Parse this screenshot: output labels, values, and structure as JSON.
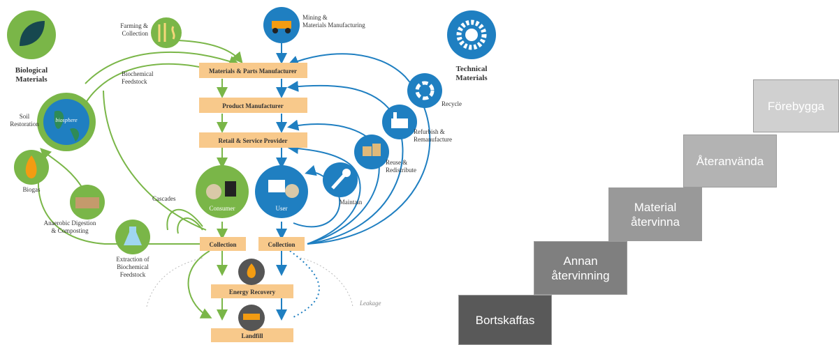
{
  "left_diagram": {
    "biological_materials": "Biological\nMaterials",
    "technical_materials": "Technical\nMaterials",
    "farming": "Farming &\nCollection",
    "mining": "Mining &\nMaterials Manufacturing",
    "biochemical_feedstock": "Biochemical\nFeedstock",
    "soil_restoration": "Soil\nRestoration",
    "biosphere": "biosphere",
    "biogas": "Biogas",
    "anaerobic": "Anaerobic Digestion\n& Composting",
    "extraction": "Extraction of\nBiochemical\nFeedstock",
    "cascades": "Cascades",
    "chain": [
      "Materials & Parts Manufacturer",
      "Product Manufacturer",
      "Retail & Service Provider"
    ],
    "consumer": "Consumer",
    "user": "User",
    "collection_left": "Collection",
    "collection_right": "Collection",
    "energy_recovery": "Energy Recovery",
    "landfill": "Landfill",
    "leakage": "Leakage",
    "recycle": "Recycle",
    "refurbish": "Refurbish &\nRemanufacture",
    "reuse": "Reuse &\nRedistribute",
    "maintain": "Maintain",
    "colors": {
      "green": "#7ab648",
      "blue": "#1f7fc1",
      "box": "#f8c98b"
    }
  },
  "waste_hierarchy": {
    "steps": [
      {
        "label": "Bortskaffas",
        "color": "#595959"
      },
      {
        "label": "Annan\nåtervinning",
        "color": "#7f7f7f"
      },
      {
        "label": "Material\nåtervinna",
        "color": "#999999"
      },
      {
        "label": "Återanvända",
        "color": "#b3b3b3"
      },
      {
        "label": "Förebygga",
        "color": "#d0d0d0"
      }
    ]
  }
}
